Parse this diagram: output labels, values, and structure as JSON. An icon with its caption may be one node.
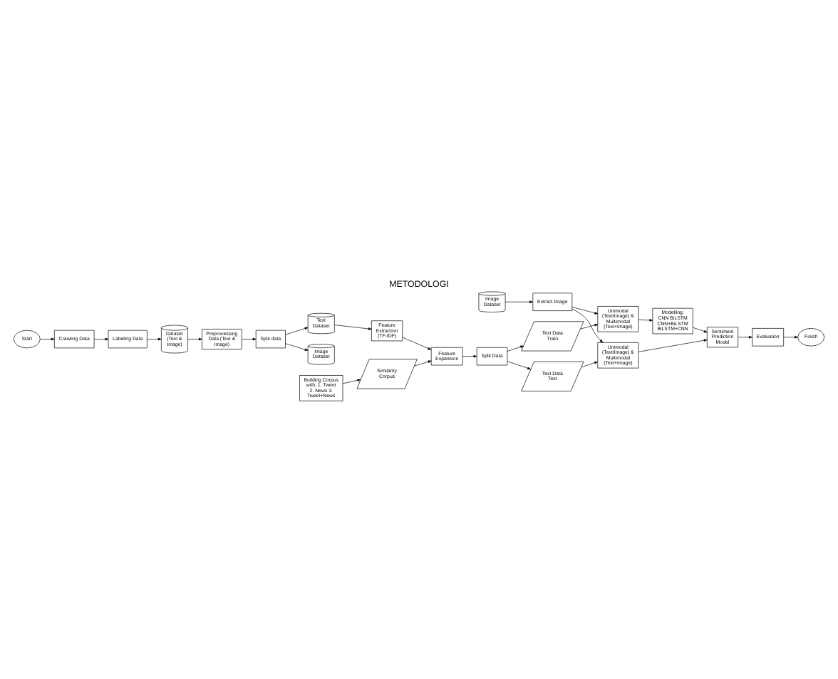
{
  "diagram": {
    "title": "METODOLOGI",
    "nodes": [
      {
        "text": [
          "Start"
        ]
      },
      {
        "text": [
          "Crawling Data"
        ]
      },
      {
        "text": [
          "Labeling Data"
        ]
      },
      {
        "text": [
          "Dataset (Text & Image)"
        ]
      },
      {
        "text": [
          "Preprocessing Data (Text & Image)"
        ]
      },
      {
        "text": [
          "Split data"
        ]
      },
      {
        "text": [
          "Image Dataset"
        ]
      },
      {
        "text": [
          "Text Dataset"
        ]
      },
      {
        "text": [
          "Feature Extraction (TF-IDF)"
        ]
      },
      {
        "text": [
          "Feature Expansion"
        ]
      },
      {
        "text": [
          "Building Corpus with: 1. Tweet 2. News 3. Tweet+News"
        ]
      },
      {
        "text": [
          "Similarity Corpus"
        ]
      },
      {
        "text": [
          "Split Data"
        ]
      },
      {
        "text": [
          "Text Data Train"
        ]
      },
      {
        "text": [
          "Image Dataset"
        ]
      },
      {
        "text": [
          "Text Data Test"
        ]
      },
      {
        "text": [
          "Unimodal (Text/Image) & Multimodal (Text+Image)"
        ]
      },
      {
        "text": [
          "Extract Image"
        ]
      },
      {
        "text": [
          "Unimodal (Text/Image) & Multimodal (Text+Image)"
        ]
      },
      {
        "text": [
          "Modelling: CNN BiLSTM CNN+BiLSTM BiLSTM+CNN"
        ]
      },
      {
        "text": [
          "Sentiment Prediction Model"
        ]
      },
      {
        "text": [
          "Evaluation"
        ]
      },
      {
        "text": [
          "Finish"
        ]
      }
    ],
    "edges": [
      {
        "from": 0,
        "to": 1,
        "arrow": "to"
      },
      {
        "from": 1,
        "to": 2,
        "arrow": "to"
      },
      {
        "from": 2,
        "to": 3,
        "arrow": "to"
      },
      {
        "from": 3,
        "to": 4,
        "arrow": "to"
      },
      {
        "from": 4,
        "to": 5,
        "arrow": "to"
      },
      {
        "from": 5,
        "to": 6,
        "arrow": "to"
      },
      {
        "from": 5,
        "to": 7,
        "arrow": "to"
      },
      {
        "from": 7,
        "to": 8,
        "arrow": "to"
      },
      {
        "from": 8,
        "to": 9,
        "arrow": "to"
      },
      {
        "from": 10,
        "to": 11,
        "arrow": "to"
      },
      {
        "from": 11,
        "to": 9,
        "arrow": "to"
      },
      {
        "from": 9,
        "to": 12,
        "arrow": "to"
      },
      {
        "from": 12,
        "to": 13,
        "arrow": "to"
      },
      {
        "from": 12,
        "to": 15,
        "arrow": "to"
      },
      {
        "from": 14,
        "to": 17,
        "arrow": "to"
      },
      {
        "from": 13,
        "to": 16,
        "arrow": "to"
      },
      {
        "from": 17,
        "to": 16,
        "arrow": "to"
      },
      {
        "from": 17,
        "to": 18,
        "arrow": "to"
      },
      {
        "from": 15,
        "to": 18,
        "arrow": "to"
      },
      {
        "from": 16,
        "to": 19,
        "arrow": "to"
      },
      {
        "from": 19,
        "to": 20,
        "arrow": "to"
      },
      {
        "from": 18,
        "to": 20,
        "arrow": "to"
      },
      {
        "from": 20,
        "to": 21,
        "arrow": "to"
      },
      {
        "from": 21,
        "to": 22,
        "arrow": "to"
      }
    ]
  }
}
